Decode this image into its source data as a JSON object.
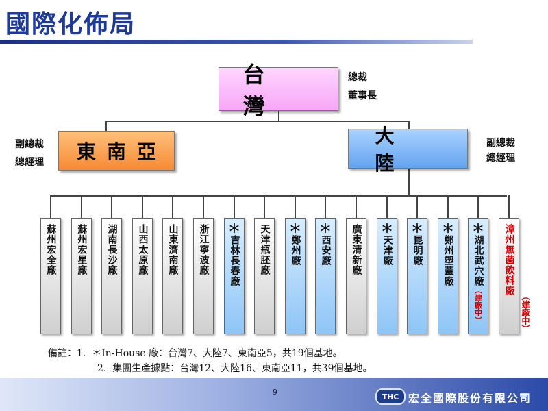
{
  "title": "國際化佈局",
  "taiwan": {
    "label": "台　灣",
    "titles": [
      "總裁",
      "董事長"
    ]
  },
  "sea": {
    "label": "東南亞",
    "titles": [
      "副總裁",
      "總經理"
    ]
  },
  "china": {
    "label": "大　陸",
    "titles": [
      "副總裁",
      "總經理"
    ]
  },
  "factories": [
    {
      "name": "蘇州宏全廠",
      "inhouse": false,
      "building": false
    },
    {
      "name": "蘇州宏星廠",
      "inhouse": false,
      "building": false
    },
    {
      "name": "湖南長沙廠",
      "inhouse": false,
      "building": false
    },
    {
      "name": "山西太原廠",
      "inhouse": false,
      "building": false
    },
    {
      "name": "山東濟南廠",
      "inhouse": false,
      "building": false
    },
    {
      "name": "浙江寧波廠",
      "inhouse": false,
      "building": false
    },
    {
      "name": "吉林長春廠",
      "inhouse": true,
      "building": false
    },
    {
      "name": "天津瓶胚廠",
      "inhouse": false,
      "building": false
    },
    {
      "name": "鄭州廠",
      "inhouse": true,
      "building": false
    },
    {
      "name": "西安廠",
      "inhouse": true,
      "building": false
    },
    {
      "name": "廣東清新廠",
      "inhouse": false,
      "building": false
    },
    {
      "name": "天津廠",
      "inhouse": true,
      "building": false
    },
    {
      "name": "昆明廠",
      "inhouse": true,
      "building": false
    },
    {
      "name": "鄭州塑蓋廠",
      "inhouse": true,
      "building": false
    },
    {
      "name": "湖北武穴廠",
      "inhouse": true,
      "building": true
    },
    {
      "name": "漳州無菌飲料廠",
      "inhouse": false,
      "building": true
    }
  ],
  "star_symbol": "＊",
  "building_label": "建廠中",
  "notes": {
    "line1": "備註：1.  ＊In-House 廠：台灣7、大陸7、東南亞5，共19個基地。",
    "line2": "2.  集團生產據點：台灣12、大陸16、東南亞11，共39個基地。"
  },
  "footer": {
    "page": "9",
    "logo": "THC",
    "company": "宏全國際股份有限公司"
  },
  "colors": {
    "title": "#1d3a9a",
    "taiwan": "#f7a6f7",
    "sea": "#f78a35",
    "china": "#64a4ee",
    "building_text": "#d00000"
  }
}
